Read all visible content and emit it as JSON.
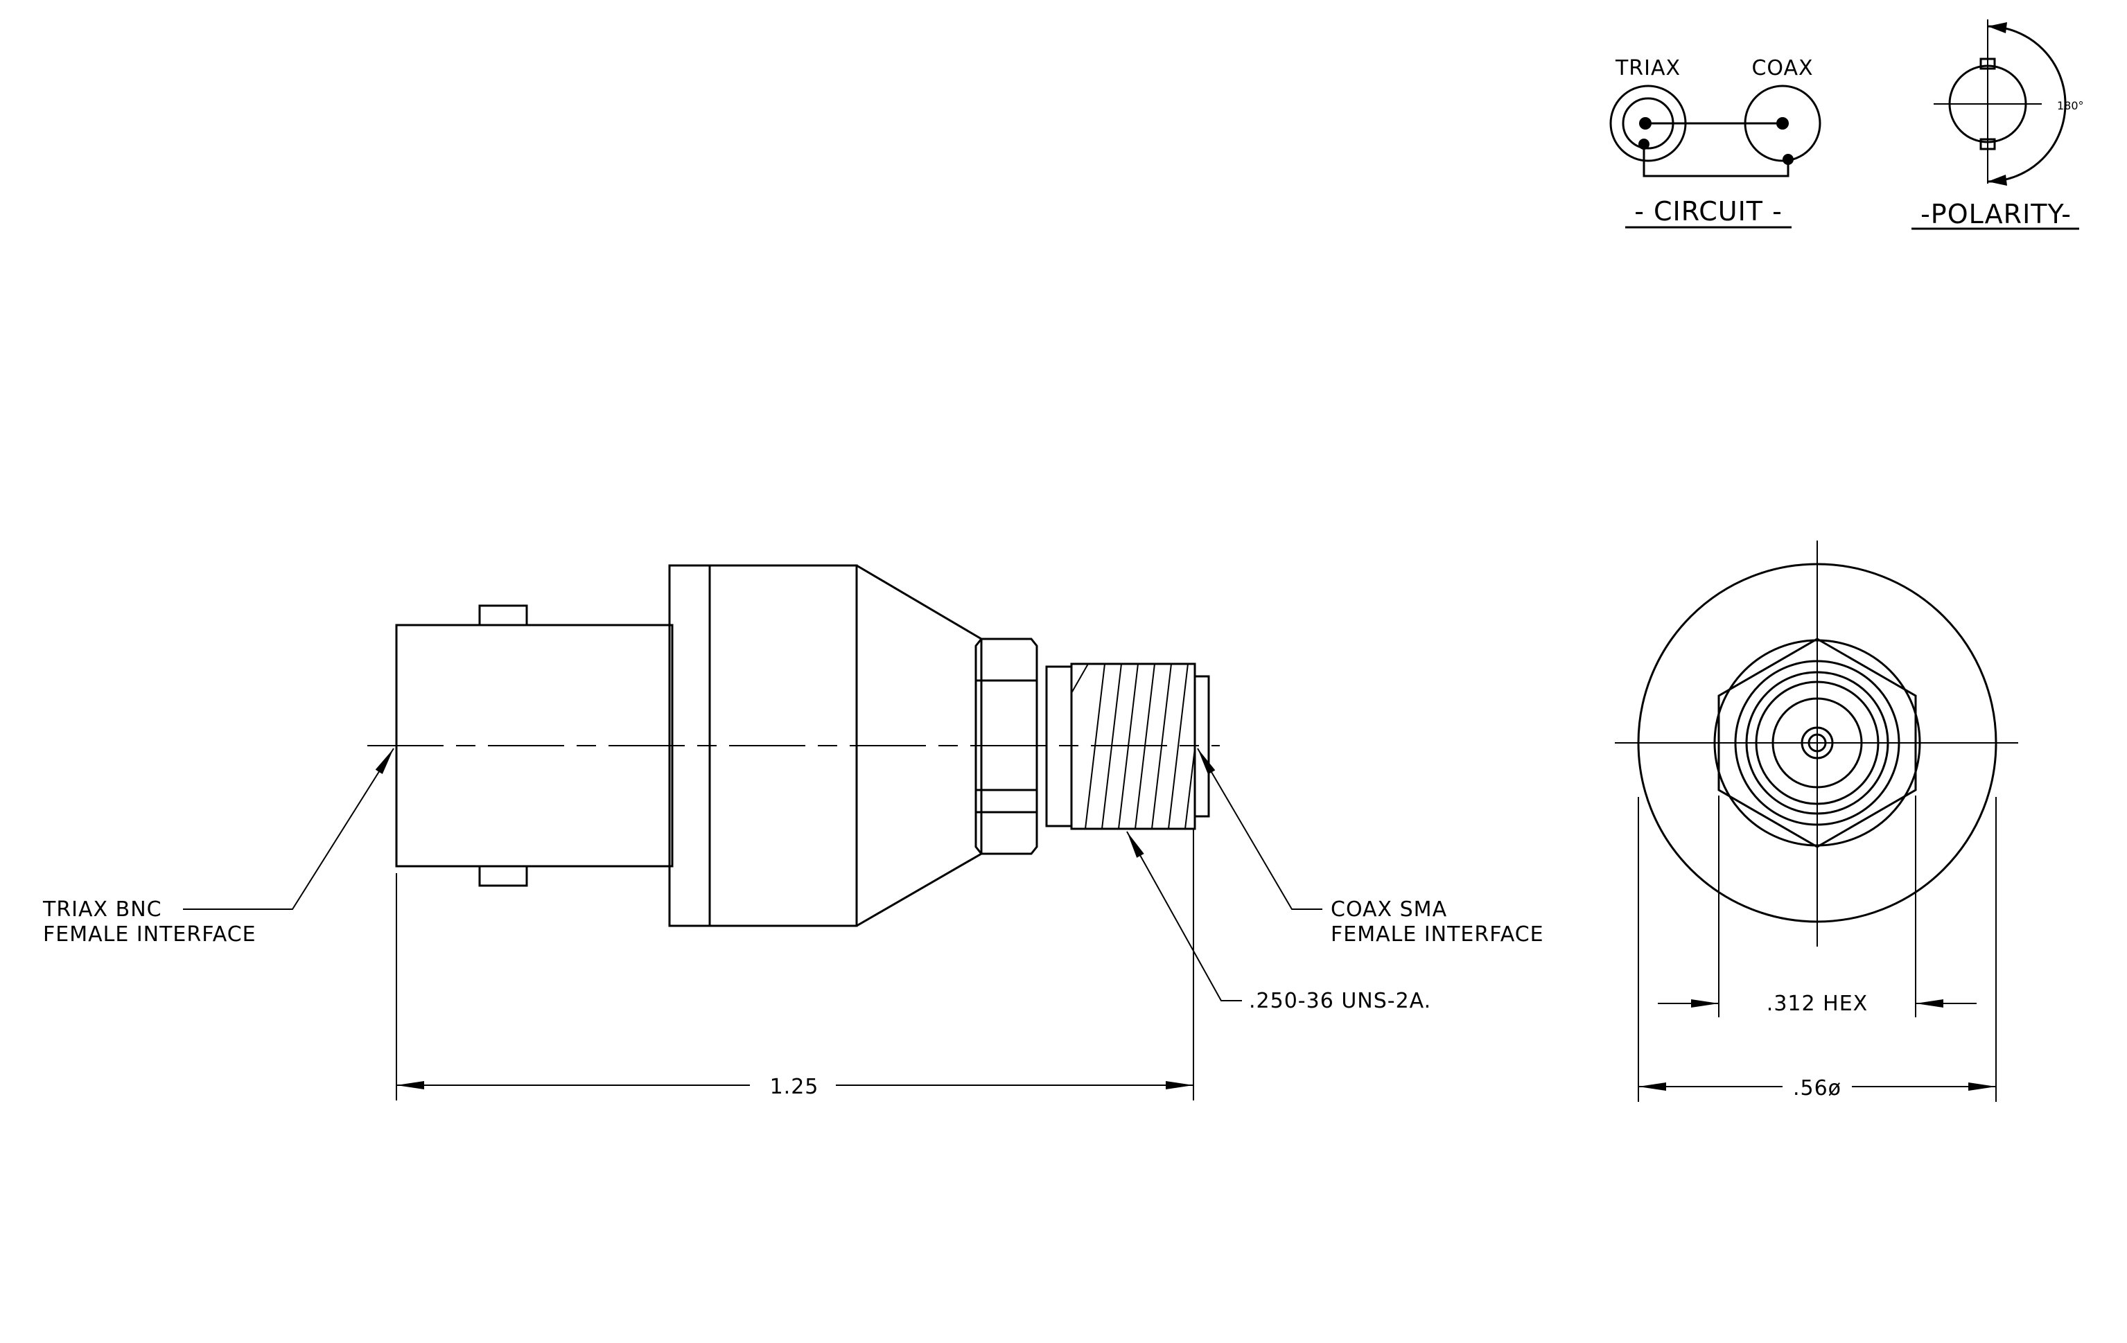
{
  "circuit": {
    "triax_label": "TRIAX",
    "coax_label": "COAX",
    "title": "- CIRCUIT -"
  },
  "polarity": {
    "angle_label": "180°",
    "title": "-POLARITY-"
  },
  "callouts": {
    "triax_line1": "TRIAX BNC",
    "triax_line2": "FEMALE INTERFACE",
    "coax_line1": "COAX SMA",
    "coax_line2": "FEMALE INTERFACE",
    "thread": ".250-36 UNS-2A."
  },
  "dimensions": {
    "length": "1.25",
    "hex": ".312 HEX",
    "diameter": ".56ø"
  }
}
